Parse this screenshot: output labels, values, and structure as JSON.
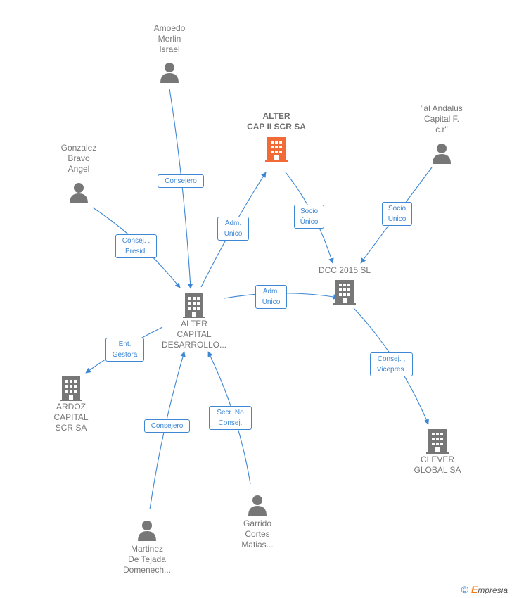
{
  "nodes": {
    "amoedo": {
      "label": "Amoedo\nMerlin\nIsrael",
      "icon": "person-icon"
    },
    "gonzalez": {
      "label": "Gonzalez\nBravo\nAngel",
      "icon": "person-icon"
    },
    "alter_cap_ii": {
      "label": "ALTER\nCAP II SCR SA",
      "icon": "building-icon"
    },
    "al_andalus": {
      "label": "\"al Andalus\nCapital F.\nc.r\"",
      "icon": "person-icon"
    },
    "alter_capital": {
      "label": "ALTER\nCAPITAL\nDESARROLLO...",
      "icon": "building-icon"
    },
    "dcc2015": {
      "label": "DCC 2015  SL",
      "icon": "building-icon"
    },
    "ardoz": {
      "label": "ARDOZ\nCAPITAL\nSCR SA",
      "icon": "building-icon"
    },
    "clever": {
      "label": "CLEVER\nGLOBAL SA",
      "icon": "building-icon"
    },
    "garrido": {
      "label": "Garrido\nCortes\nMatias...",
      "icon": "person-icon"
    },
    "martinez": {
      "label": "Martinez\nDe Tejada\nDomenech...",
      "icon": "person-icon"
    }
  },
  "edges": {
    "consejero_amoedo": "Consejero",
    "consej_presid": "Consej. ,\nPresid.",
    "adm_unico_1": "Adm.\nUnico",
    "socio_unico_1": "Socio\nÚnico",
    "socio_unico_2": "Socio\nÚnico",
    "adm_unico_2": "Adm.\nUnico",
    "ent_gestora": "Ent.\nGestora",
    "consej_vicepres": "Consej. ,\nVicepres.",
    "consejero_martinez": "Consejero",
    "secr_no_consej": "Secr.  No\nConsej."
  },
  "colors": {
    "edge": "#3d87d4",
    "icon": "#777777",
    "highlight": "#f26a35"
  },
  "brand": {
    "symbol": "©",
    "initial": "E",
    "rest": "mpresia"
  }
}
